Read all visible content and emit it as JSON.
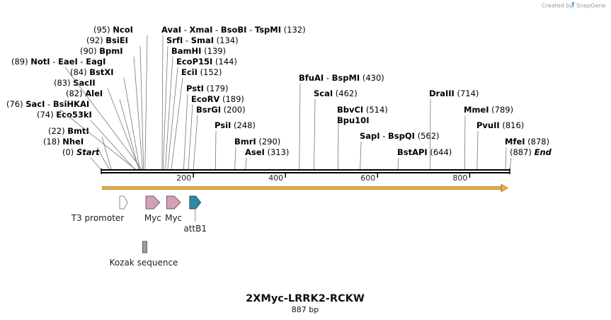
{
  "credit": {
    "text": "Created by",
    "brand": "SnapGene"
  },
  "title": "2XMyc-LRRK2-RCKW",
  "subtitle": "887 bp",
  "sequence": {
    "length": 887,
    "ticks": [
      200,
      400,
      600,
      800
    ]
  },
  "sites": [
    {
      "pos": 0,
      "label": "Start",
      "kind": "edge"
    },
    {
      "pos": 18,
      "name": "NheI"
    },
    {
      "pos": 22,
      "name": "BmtI"
    },
    {
      "pos": 74,
      "name": "Eco53kI"
    },
    {
      "pos": 76,
      "name": "SacI",
      "extra": [
        "BsiHKAI"
      ]
    },
    {
      "pos": 82,
      "name": "AleI"
    },
    {
      "pos": 83,
      "name": "SacII"
    },
    {
      "pos": 84,
      "name": "BstXI"
    },
    {
      "pos": 89,
      "name": "NotI",
      "extra": [
        "EaeI",
        "EagI"
      ]
    },
    {
      "pos": 90,
      "name": "BpmI"
    },
    {
      "pos": 92,
      "name": "BsiEI"
    },
    {
      "pos": 95,
      "name": "NcoI"
    },
    {
      "pos": 132,
      "name": "AvaI",
      "extra": [
        "XmaI",
        "BsoBI",
        "TspMI"
      ]
    },
    {
      "pos": 134,
      "name": "SrfI",
      "extra": [
        "SmaI"
      ]
    },
    {
      "pos": 139,
      "name": "BamHI"
    },
    {
      "pos": 144,
      "name": "EcoP15I"
    },
    {
      "pos": 152,
      "name": "EciI"
    },
    {
      "pos": 179,
      "name": "PstI"
    },
    {
      "pos": 189,
      "name": "EcoRV"
    },
    {
      "pos": 200,
      "name": "BsrGI"
    },
    {
      "pos": 248,
      "name": "PsiI"
    },
    {
      "pos": 290,
      "name": "BmrI"
    },
    {
      "pos": 313,
      "name": "AseI"
    },
    {
      "pos": 430,
      "name": "BfuAI",
      "extra": [
        "BspMI"
      ]
    },
    {
      "pos": 462,
      "name": "ScaI"
    },
    {
      "pos": 514,
      "name": "BbvCI",
      "extra2": "Bpu10I"
    },
    {
      "pos": 562,
      "name": "SapI",
      "extra": [
        "BspQI"
      ]
    },
    {
      "pos": 644,
      "name": "BstAPI"
    },
    {
      "pos": 714,
      "name": "DraIII"
    },
    {
      "pos": 789,
      "name": "MmeI"
    },
    {
      "pos": 816,
      "name": "PvuII"
    },
    {
      "pos": 878,
      "name": "MfeI"
    },
    {
      "pos": 887,
      "label": "End",
      "kind": "edge"
    }
  ],
  "features": [
    {
      "name": "T3 promoter",
      "start": 40,
      "end": 57,
      "color": "#ffffff",
      "stroke": "#888888",
      "shape": "arrow"
    },
    {
      "name": "Myc",
      "start": 97,
      "end": 127,
      "color": "#d1a1b8",
      "stroke": "#7c5468",
      "shape": "arrow"
    },
    {
      "name": "Myc",
      "start": 142,
      "end": 172,
      "color": "#d1a1b8",
      "stroke": "#7c5468",
      "shape": "arrow"
    },
    {
      "name": "attB1",
      "start": 192,
      "end": 216,
      "color": "#2f8aa3",
      "stroke": "#1c5666",
      "shape": "arrow"
    },
    {
      "name": "Kozak sequence",
      "start": 90,
      "end": 99,
      "color": "#9aa0ab",
      "stroke": "#555555",
      "shape": "box"
    }
  ],
  "colors": {
    "orf": "#f4b342",
    "orf_stroke": "#a8700e"
  }
}
